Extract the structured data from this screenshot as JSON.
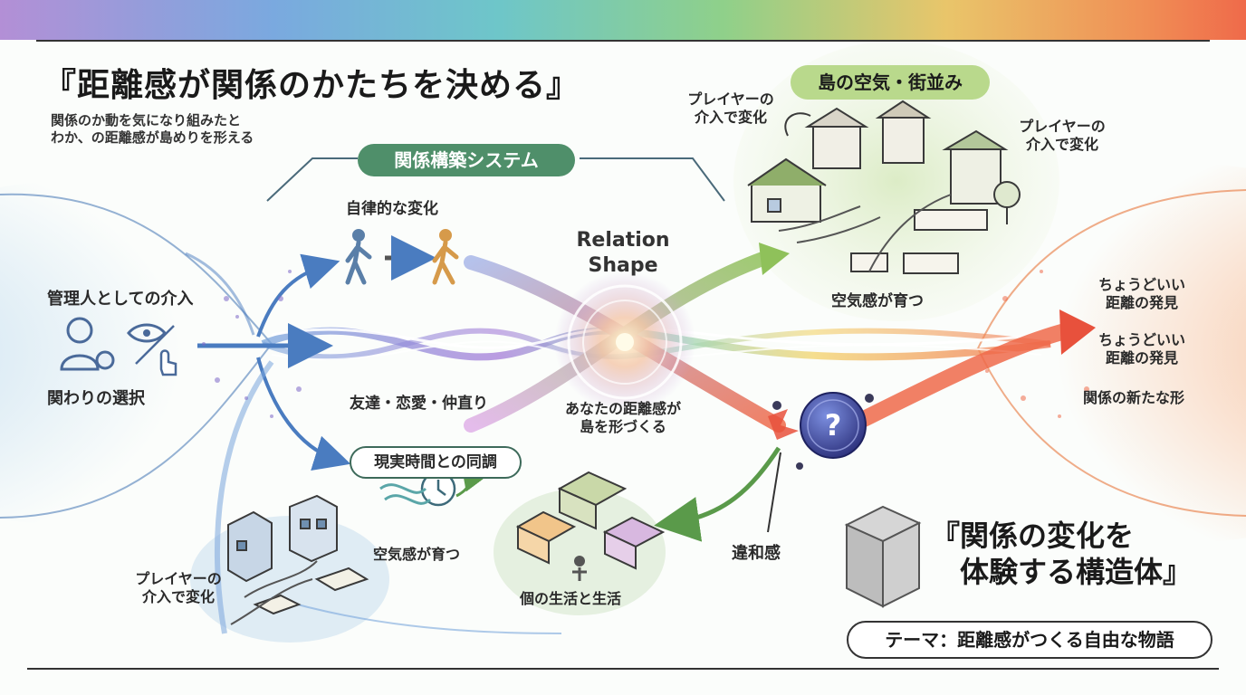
{
  "title": "『距離感が関係のかたちを決める』",
  "subtitle": "関係のか動を気になり組みたと\nわか、の距離感が島めりを形える",
  "system_label": "関係構築システム",
  "center": {
    "relation_shape": "Relation\nShape",
    "center_caption": "あなたの距離感が\n島を形づくる"
  },
  "left": {
    "top_label": "管理人としての介入",
    "bottom_label": "関わりの選択"
  },
  "branches": {
    "autonomous": "自律的な変化",
    "friendship": "友達・恋愛・仲直り",
    "realtime": "現実時間との同調"
  },
  "island": {
    "badge": "島の空気・街並み",
    "player_left": "プレイヤーの\n介入で変化",
    "player_right": "プレイヤーの\n介入で変化",
    "atmosphere": "空気感が育つ"
  },
  "bottom_left": {
    "atmosphere": "空気感が育つ",
    "player": "プレイヤーの\n介入で変化"
  },
  "rooms_caption": "個の生活と生活",
  "discomfort": "違和感",
  "right": {
    "discovery_1": "ちょうどいい\n距離の発見",
    "discovery_2": "ちょうどいい\n距離の発見",
    "new_form": "関係の新たな形"
  },
  "conclusion": "『関係の変化を\n　体験する構造体』",
  "theme": "テーマ：距離感がつくる自由な物語",
  "colors": {
    "green": "#3f8a4e",
    "red": "#e8513c",
    "blue": "#3f72b3",
    "purple": "#8a5fc6"
  }
}
